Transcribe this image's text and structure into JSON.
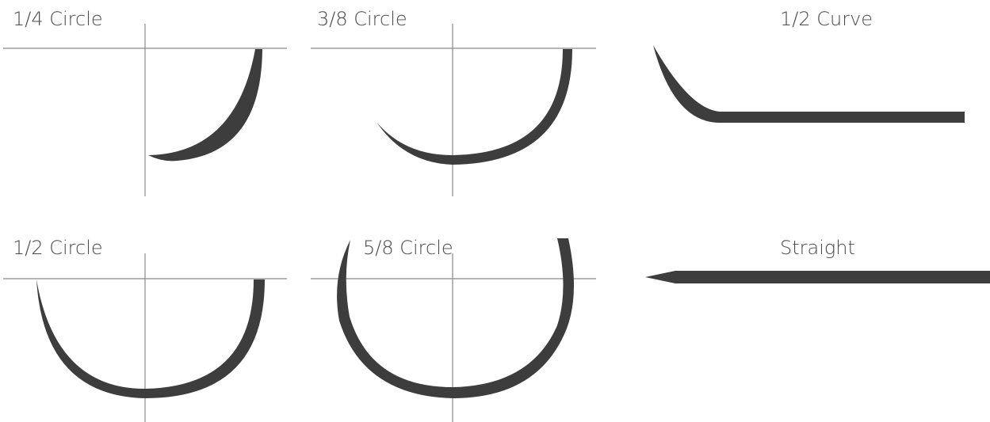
{
  "diagram": {
    "needle_color": "#3d3d3d",
    "axis_color": "#8a8a8a",
    "shapes": [
      {
        "id": "quarter-circle",
        "label": "1/4 Circle"
      },
      {
        "id": "three-eighths-circle",
        "label": "3/8 Circle"
      },
      {
        "id": "half-curve",
        "label": "1/2 Curve"
      },
      {
        "id": "half-circle",
        "label": "1/2 Circle"
      },
      {
        "id": "five-eighths-circle",
        "label": "5/8 Circle"
      },
      {
        "id": "straight",
        "label": "Straight"
      }
    ]
  }
}
